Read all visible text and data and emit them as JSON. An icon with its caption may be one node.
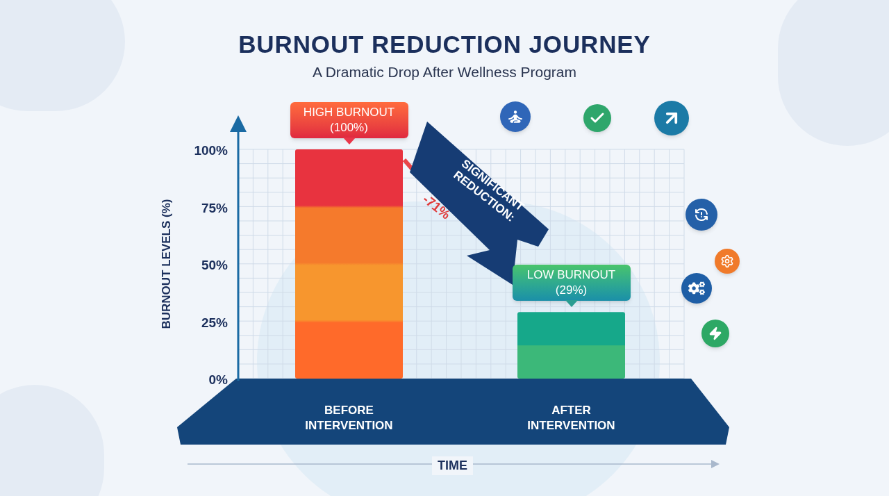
{
  "diagram": {
    "title": "BURNOUT REDUCTION JOURNEY",
    "labels": [
      "A Dramatic Drop After Wellness Program"
    ],
    "chart_data": {
      "type": "bar",
      "xlabel": "TIME",
      "ylabel": "BURNOUT LEVELS (%)",
      "categories": [
        "BEFORE INTERVENTION",
        "AFTER INTERVENTION"
      ],
      "series": [
        {
          "values": [
            100,
            29
          ]
        }
      ],
      "ylim": [
        0,
        100
      ],
      "grid": true,
      "yticks": [
        {
          "value": 0,
          "label": "0%"
        },
        {
          "value": 25,
          "label": "25%"
        },
        {
          "value": 50,
          "label": "50%"
        },
        {
          "value": 75,
          "label": "75%"
        },
        {
          "value": 100,
          "label": "100%"
        }
      ],
      "annotations": [
        "HIGH BURNOUT (100%)",
        "LOW BURNOUT (29%)",
        "SIGNIFICANT REDUCTION:",
        "-71%"
      ]
    }
  }
}
